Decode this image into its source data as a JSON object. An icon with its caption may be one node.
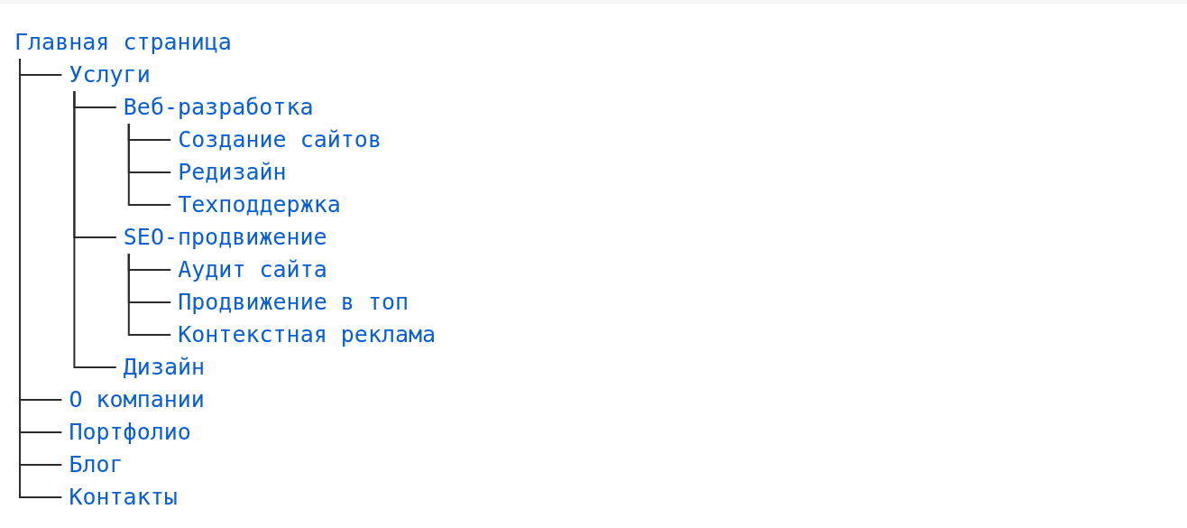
{
  "diagram": {
    "nodes": [
      {
        "text": [
          "Главная страница"
        ]
      },
      {
        "text": [
          "Услуги"
        ]
      },
      {
        "text": [
          "Веб-разработка"
        ]
      },
      {
        "text": [
          "Создание сайтов"
        ]
      },
      {
        "text": [
          "Редизайн"
        ]
      },
      {
        "text": [
          "Техподдержка"
        ]
      },
      {
        "text": [
          "SEO-продвижение"
        ]
      },
      {
        "text": [
          "Аудит сайта"
        ]
      },
      {
        "text": [
          "Продвижение в топ"
        ]
      },
      {
        "text": [
          "Контекстная реклама"
        ]
      },
      {
        "text": [
          "Дизайн"
        ]
      },
      {
        "text": [
          "О компании"
        ]
      },
      {
        "text": [
          "Портфолио"
        ]
      },
      {
        "text": [
          "Блог"
        ]
      },
      {
        "text": [
          "Контакты"
        ]
      }
    ],
    "edges": [
      {
        "from": 0,
        "to": 1,
        "arrow": "none"
      },
      {
        "from": 1,
        "to": 2,
        "arrow": "none"
      },
      {
        "from": 2,
        "to": 3,
        "arrow": "none"
      },
      {
        "from": 2,
        "to": 4,
        "arrow": "none"
      },
      {
        "from": 2,
        "to": 5,
        "arrow": "none"
      },
      {
        "from": 1,
        "to": 6,
        "arrow": "none"
      },
      {
        "from": 6,
        "to": 7,
        "arrow": "none"
      },
      {
        "from": 6,
        "to": 8,
        "arrow": "none"
      },
      {
        "from": 6,
        "to": 9,
        "arrow": "none"
      },
      {
        "from": 1,
        "to": 10,
        "arrow": "none"
      },
      {
        "from": 0,
        "to": 11,
        "arrow": "none"
      },
      {
        "from": 0,
        "to": 12,
        "arrow": "none"
      },
      {
        "from": 0,
        "to": 13,
        "arrow": "none"
      },
      {
        "from": 0,
        "to": 14,
        "arrow": "none"
      }
    ]
  }
}
